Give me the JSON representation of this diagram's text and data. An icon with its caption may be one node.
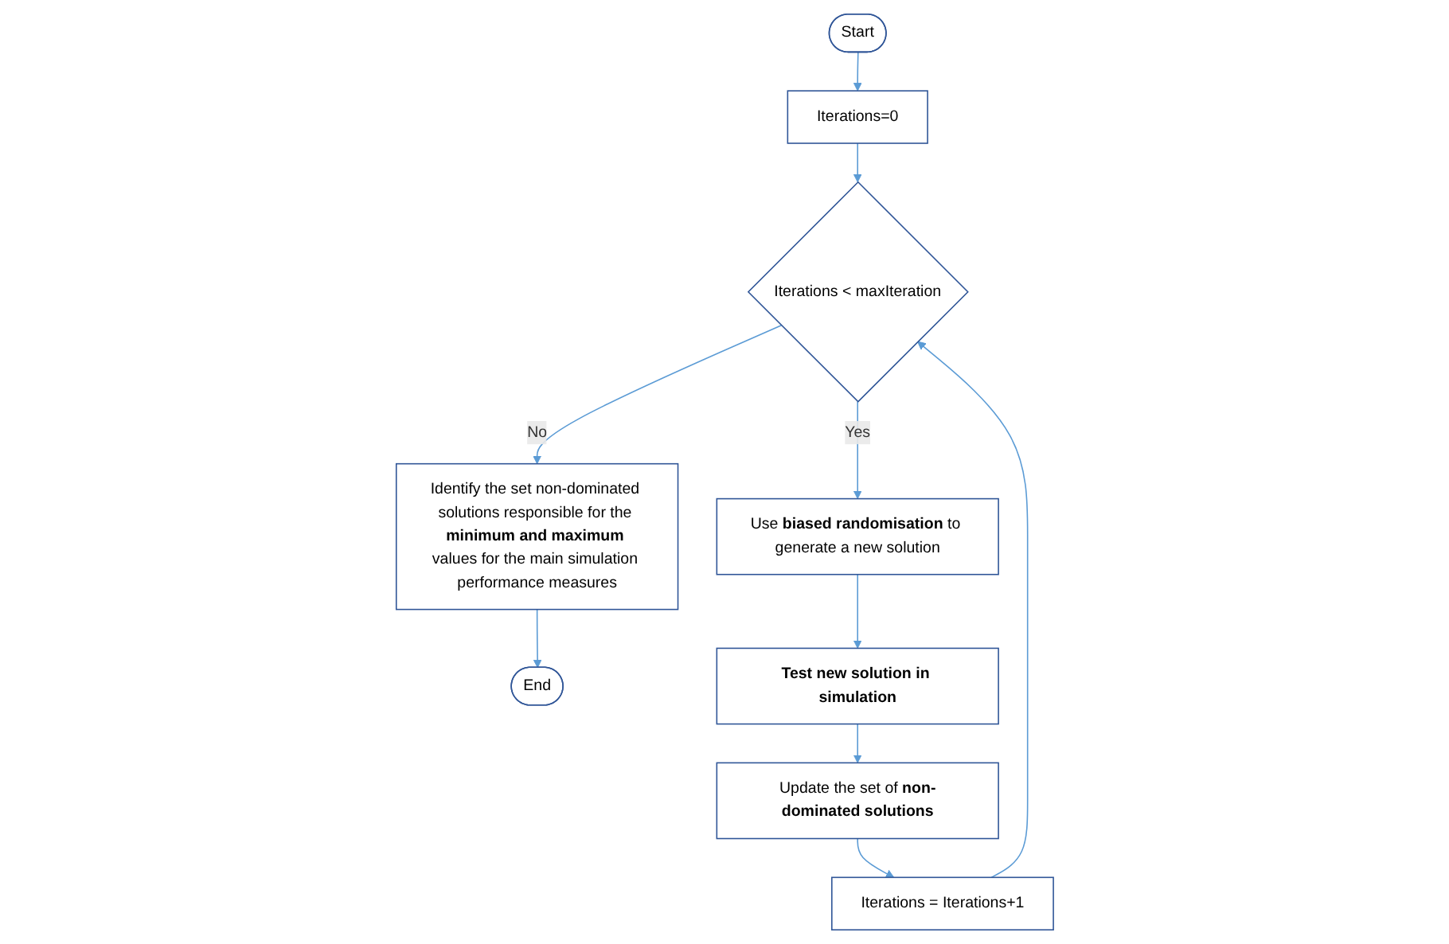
{
  "diagram": {
    "nodes": [
      {
        "text": [
          "Start"
        ]
      },
      {
        "text": [
          "Iterations=0"
        ]
      },
      {
        "text": [
          "Iterations < maxIteration"
        ]
      },
      {
        "text": [
          "Identify the set non-dominated solutions responsible for the **minimum and maximum** values for the main simulation performance measures"
        ]
      },
      {
        "text": [
          "Use **biased randomisation** to generate a new solution"
        ]
      },
      {
        "text": [
          "Iterations = Iterations+1"
        ]
      },
      {
        "text": [
          "End"
        ]
      },
      {
        "text": [
          "Test new solution in simulation"
        ]
      },
      {
        "text": [
          "Update the set of **non-dominated solutions**"
        ]
      }
    ],
    "edges": [
      {
        "from": 0,
        "to": 1,
        "arrow": "to"
      },
      {
        "from": 1,
        "to": 2,
        "arrow": "to"
      },
      {
        "from": 2,
        "to": 3,
        "arrow": "to",
        "label": "No"
      },
      {
        "from": 2,
        "to": 4,
        "arrow": "to",
        "label": "Yes"
      },
      {
        "from": 3,
        "to": 6,
        "arrow": "to"
      },
      {
        "from": 4,
        "to": 7,
        "arrow": "to"
      },
      {
        "from": 7,
        "to": 8,
        "arrow": "to"
      },
      {
        "from": 8,
        "to": 5,
        "arrow": "to"
      },
      {
        "from": 5,
        "to": 2,
        "arrow": "to"
      }
    ]
  }
}
